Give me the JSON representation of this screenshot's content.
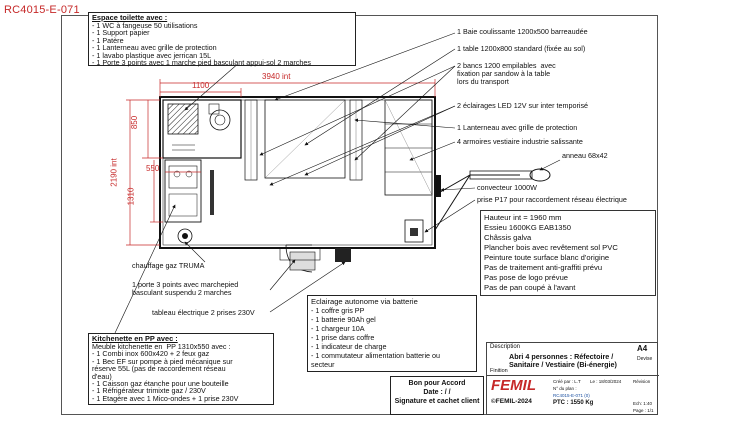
{
  "ref": "RC4015-E-071",
  "toilet": {
    "title": "Espace toilette avec :",
    "items": [
      "- 1 WC à fangeuse 50 utilisations",
      "- 1 Support papier",
      "- 1 Patère",
      "- 1 Lanterneau avec grille de protection",
      "- 1 lavabo plastique avec jerrican 15L",
      "- 1 Porte 3 points avec 1 marche pied basculant appui-sol 2 marches"
    ]
  },
  "dims": {
    "overall": "3940 int",
    "toilet_w": "1100",
    "d850": "850",
    "d2190": "2190 int",
    "d550": "550",
    "d1310": "1310"
  },
  "labels": {
    "baie": "1 Baie coulissante 1200x500 barreaudée",
    "table": "1 table 1200x800 standard (fixée au sol)",
    "bancs": "2 bancs 1200 empilables  avec\nfixation par sandow à la table\nlors du transport",
    "eclairage": "2 éclairages LED 12V sur inter temporisé",
    "lanterneau": "1 Lanterneau avec grille de protection",
    "armoires": "4 armoires vestiaire industrie salissante",
    "anneau": "anneau 68x42",
    "convecteur": "convecteur 1000W",
    "prise": "prise P17 pour raccordement réseau électrique",
    "chauffage": "chauffage gaz TRUMA",
    "porte": "1 porte 3 points avec marchepied\nbasculant suspendu 2 marches",
    "tableau": "tableau électrique 2 prises 230V"
  },
  "specs": [
    "Hauteur int = 1960 mm",
    "Essieu 1600KG EAB1350",
    "Châssis galva",
    "Plancher bois avec revêtement sol PVC",
    "Peinture toute surface blanc d'origine",
    "Pas de traitement anti-graffiti prévu",
    "Pas pose de logo prévue",
    "Pas de pan coupé à l'avant"
  ],
  "kitchen": {
    "title": "Kitchenette en PP avec :",
    "items": [
      "Meuble kitchenette en  PP 1310x550 avec :",
      "- 1 Combi inox 600x420 + 2 feux gaz",
      "- 1 Bec EF sur pompe à pied mécanique sur",
      "réserve 55L (pas de raccordement réseau",
      "d'eau)",
      "- 1 Caisson gaz étanche pour une bouteille",
      "- 1 Réfrigérateur trimixte gaz / 230V",
      "- 1 Etagère avec 1 Mico-ondes + 1 prise 230V"
    ]
  },
  "battery": {
    "title": "Eclairage autonome via batterie",
    "items": [
      "- 1 coffre gris PP",
      "- 1 batterie 90Ah gel",
      "- 1 chargeur 10A",
      "- 1 prise dans coffre",
      "- 1 indicateur de charge",
      "- 1 commutateur alimentation batterie ou",
      "secteur"
    ]
  },
  "accord": {
    "l1": "Bon pour Accord",
    "l2": "Date :     /     /",
    "l3": "Signature et cachet client"
  },
  "title_block": {
    "desc_label": "Description",
    "description": "Abri 4 personnes : Réfectoire /\nSanitaire / Vestiaire (Bi-énergie)",
    "format": "A4",
    "devise": "Devise",
    "finition": "Finition",
    "brand": "FEMIL",
    "copyright": "©FEMIL-2024",
    "ptc": "PTC : 1550 Kg",
    "ech": "Ech: 1:40",
    "page": "Page : 1/1",
    "ref_small": "RC4015-E-071 (0)",
    "dessine": "Créé par : L.T",
    "date": "Le : 18/03/2024",
    "numplan": "N° du plan :",
    "revision": "Révision"
  },
  "colors": {
    "dimension": "#c62828",
    "brand": "#c62828",
    "ref": "#c62828"
  }
}
